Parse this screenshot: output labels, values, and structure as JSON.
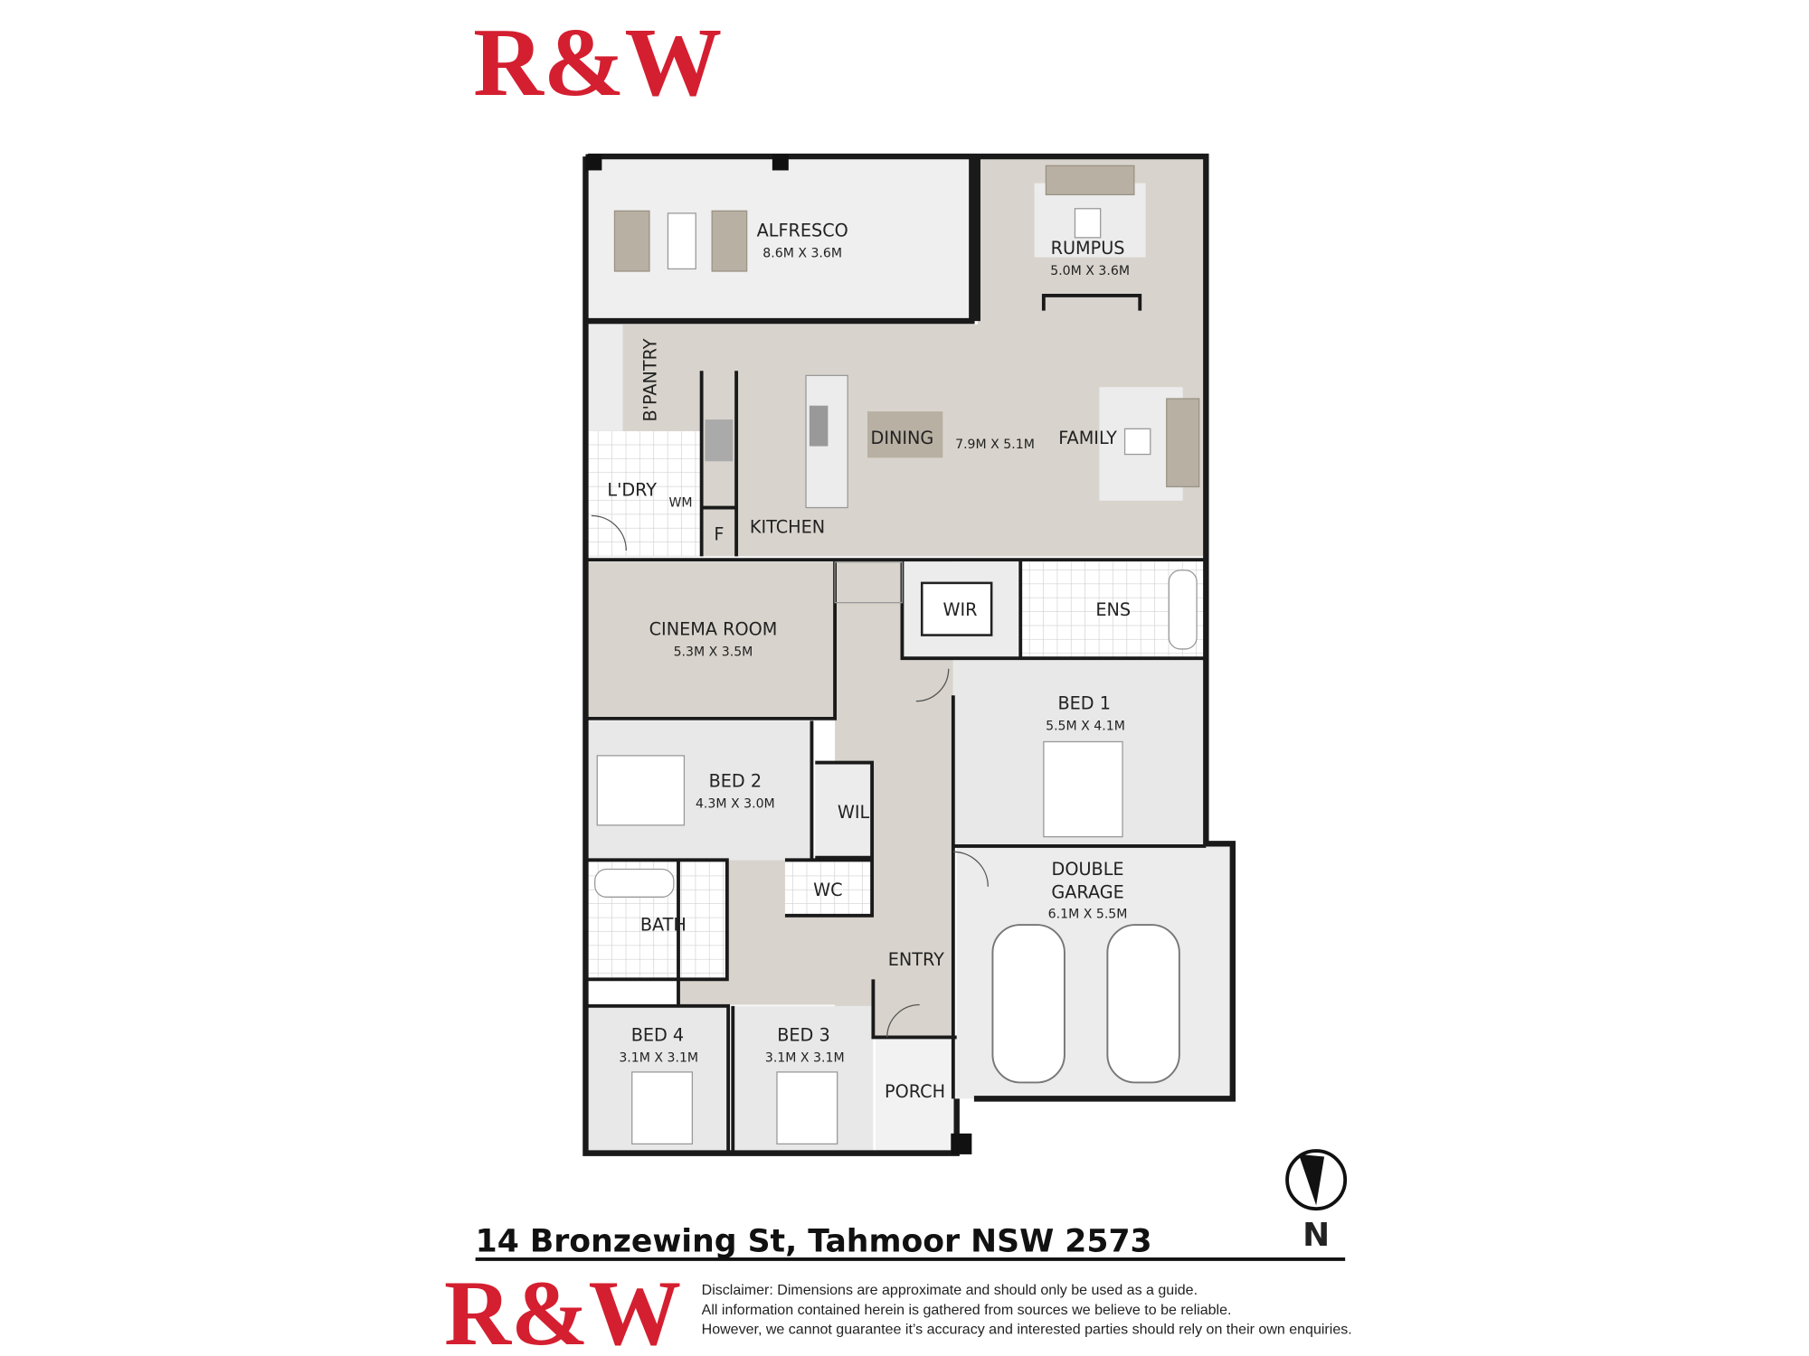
{
  "brand": {
    "logo_text": "R&W",
    "color": "#d41f30"
  },
  "rooms": {
    "alfresco": {
      "name": "ALFRESCO",
      "size": "8.6M X 3.6M"
    },
    "rumpus": {
      "name": "RUMPUS",
      "size": "5.0M X 3.6M"
    },
    "bpantry": {
      "name": "B'PANTRY"
    },
    "dining": {
      "name": "DINING",
      "size": "7.9M X 5.1M"
    },
    "family": {
      "name": "FAMILY"
    },
    "laundry": {
      "name": "L'DRY",
      "wm": "WM"
    },
    "fridge": {
      "name": "F"
    },
    "kitchen": {
      "name": "KITCHEN"
    },
    "cinema": {
      "name": "CINEMA ROOM",
      "size": "5.3M X 3.5M"
    },
    "wir": {
      "name": "WIR"
    },
    "ens": {
      "name": "ENS"
    },
    "bed1": {
      "name": "BED 1",
      "size": "5.5M X 4.1M"
    },
    "bed2": {
      "name": "BED 2",
      "size": "4.3M X 3.0M"
    },
    "wil": {
      "name": "WIL"
    },
    "wc": {
      "name": "WC"
    },
    "bath": {
      "name": "BATH"
    },
    "garage": {
      "name1": "DOUBLE",
      "name2": "GARAGE",
      "size": "6.1M X 5.5M"
    },
    "entry": {
      "name": "ENTRY"
    },
    "bed4": {
      "name": "BED 4",
      "size": "3.1M X 3.1M"
    },
    "bed3": {
      "name": "BED 3",
      "size": "3.1M X 3.1M"
    },
    "porch": {
      "name": "PORCH"
    }
  },
  "compass": {
    "label": "N",
    "icon": "north-arrow-icon"
  },
  "address": "14 Bronzewing St, Tahmoor NSW 2573",
  "disclaimer": [
    "Disclaimer: Dimensions are approximate and should only be used as a guide.",
    "All information contained herein is gathered from sources we believe to be reliable.",
    "However, we cannot guarantee it’s accuracy and interested parties should rely on their own enquiries."
  ]
}
